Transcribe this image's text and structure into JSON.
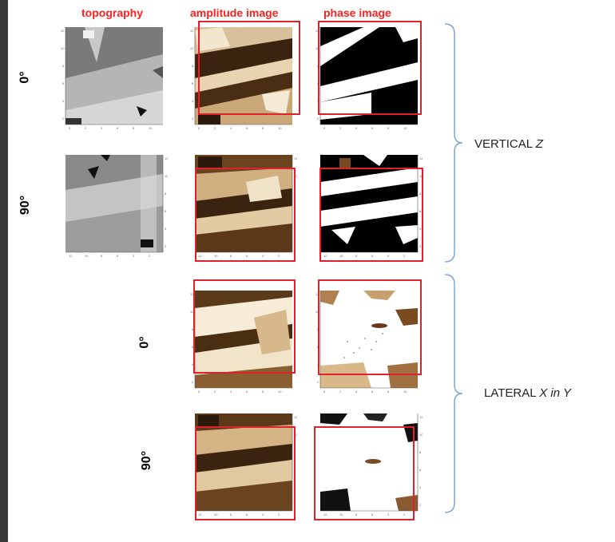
{
  "headers": {
    "topography": "topography",
    "amplitude": "amplitude image",
    "phase": "phase image"
  },
  "angles": {
    "row1": "0°",
    "row2": "90°",
    "row3": "0°",
    "row4": "90°"
  },
  "sections": {
    "vertical_prefix": "VERTICAL",
    "vertical_axis": "Z",
    "lateral_prefix": "LATERAL",
    "lateral_axis": "X in Y"
  },
  "colors": {
    "header_red": "#ff2020",
    "box_red": "#e0202a",
    "brace_blue": "#7fa6cf"
  }
}
